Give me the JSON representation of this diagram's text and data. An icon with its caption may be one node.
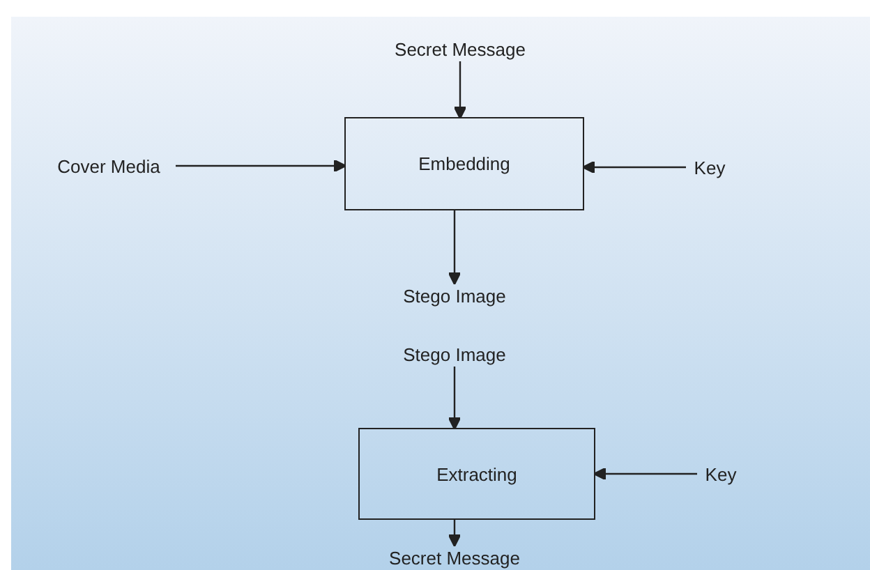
{
  "diagram": {
    "nodes": [
      {
        "text": [
          "Secret Message"
        ]
      },
      {
        "text": [
          "Cover Media"
        ]
      },
      {
        "text": [
          "Embedding"
        ]
      },
      {
        "text": [
          "Key"
        ]
      },
      {
        "text": [
          "Stego Image"
        ]
      },
      {
        "text": [
          "Stego Image"
        ]
      },
      {
        "text": [
          "Extracting"
        ]
      },
      {
        "text": [
          "Key"
        ]
      },
      {
        "text": [
          "Secret Message"
        ]
      }
    ],
    "edges": [
      {
        "from": 0,
        "to": 2,
        "arrow": "to"
      },
      {
        "from": 1,
        "to": 2,
        "arrow": "to"
      },
      {
        "from": 3,
        "to": 2,
        "arrow": "to"
      },
      {
        "from": 2,
        "to": 4,
        "arrow": "to"
      },
      {
        "from": 5,
        "to": 6,
        "arrow": "to"
      },
      {
        "from": 7,
        "to": 6,
        "arrow": "to"
      },
      {
        "from": 6,
        "to": 8,
        "arrow": "to"
      }
    ]
  }
}
